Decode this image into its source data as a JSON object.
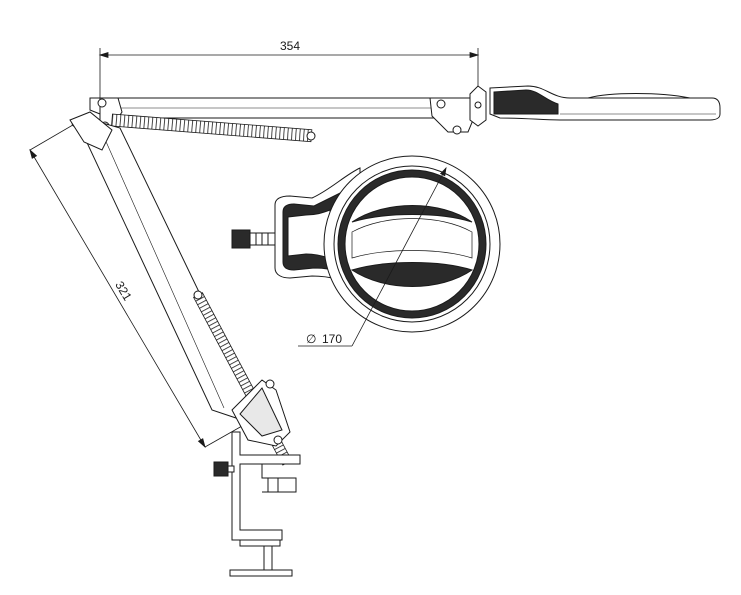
{
  "dimensions": {
    "arm_span": "354",
    "lower_arm_length": "321",
    "lens_diameter_symbol": "∅",
    "lens_diameter": "170"
  },
  "colors": {
    "line": "#1a1a1a",
    "fill_dark": "#2a2a2a",
    "fill_light": "#ffffff"
  }
}
